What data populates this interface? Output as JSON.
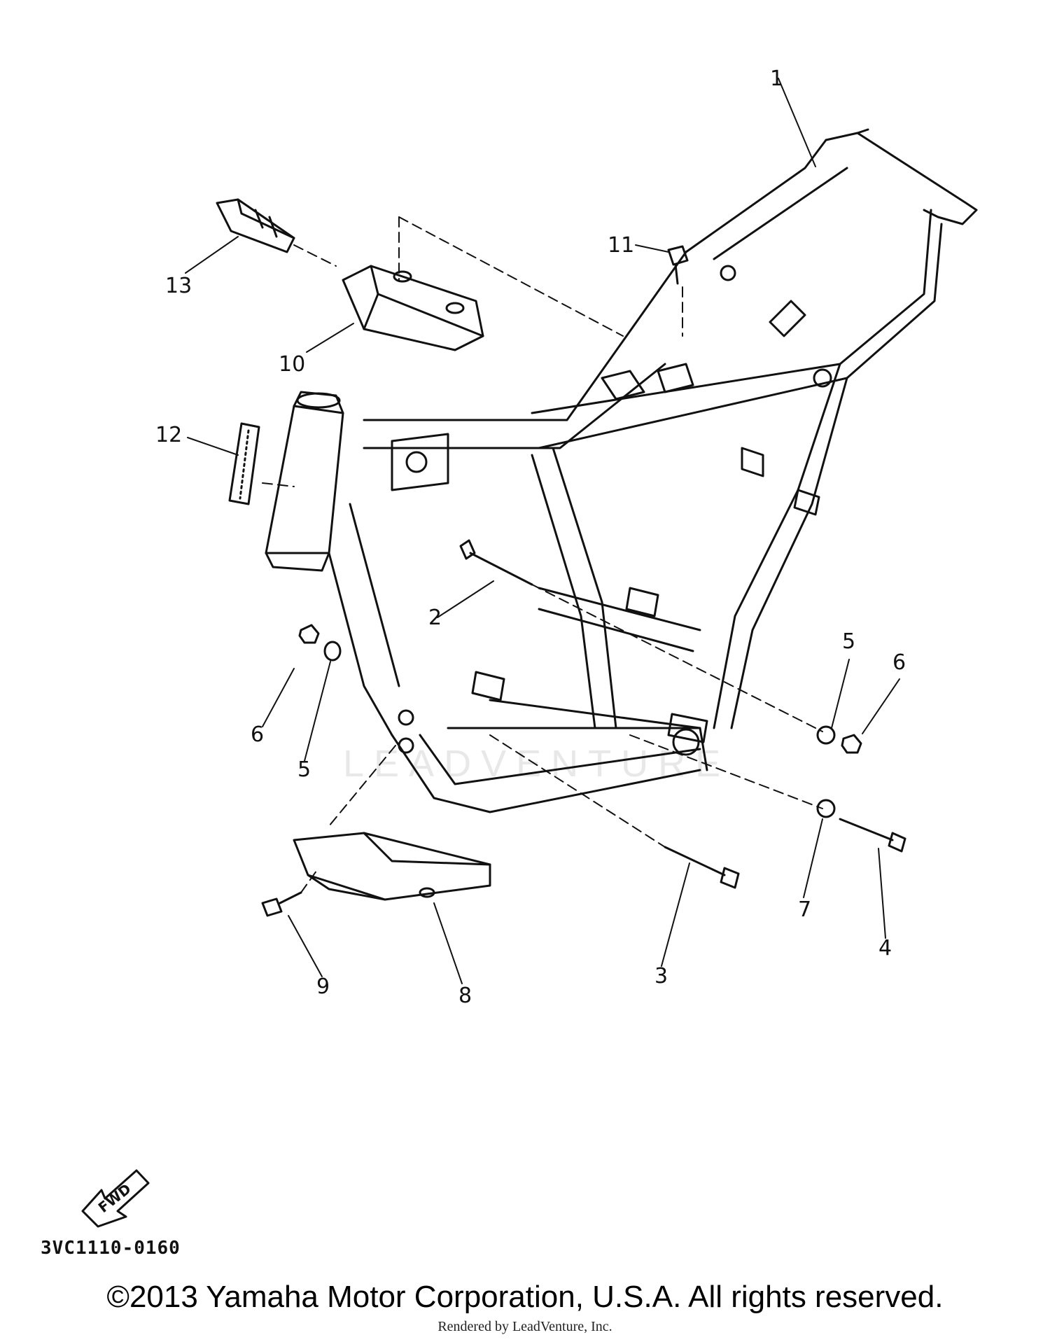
{
  "diagram": {
    "part_code": "3VC1110-0160",
    "copyright": "©2013 Yamaha Motor Corporation, U.S.A. All rights reserved.",
    "rendered_by": "Rendered by LeadVenture, Inc.",
    "watermark": "LEADVENTURE",
    "fwd_label": "FWD",
    "callouts": [
      "1",
      "2",
      "3",
      "4",
      "5",
      "5",
      "6",
      "6",
      "7",
      "8",
      "9",
      "10",
      "11",
      "12",
      "13"
    ]
  }
}
